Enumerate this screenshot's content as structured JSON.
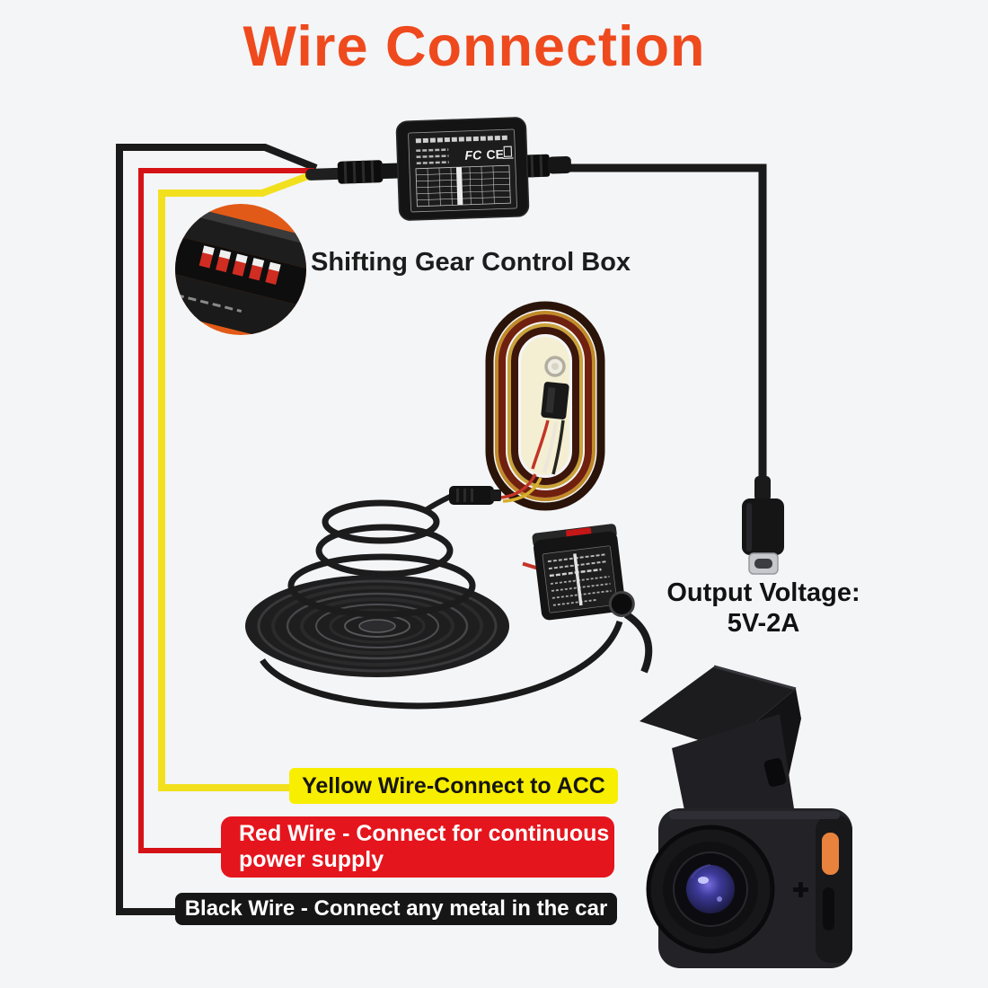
{
  "page": {
    "title": "Wire Connection"
  },
  "diagram": {
    "control_box_label": "Shifting Gear Control Box",
    "output_voltage": {
      "line1": "Output Voltage:",
      "line2": "5V-2A"
    },
    "banners": {
      "yellow": "Yellow Wire-Connect to ACC",
      "red_line1": "Red Wire - Connect for continuous",
      "red_line2": "power supply",
      "black": "Black Wire - Connect any metal in the car"
    },
    "marks": {
      "fcc": "FC",
      "ce": "CE"
    }
  },
  "colors": {
    "background": "#f4f5f7",
    "title": "#ee4a1e",
    "yellow_banner": "#f8ee00",
    "red_banner": "#e5151d",
    "black_banner": "#161616",
    "yellow_wire": "#f2e01e",
    "red_wire": "#d51317",
    "black_wire": "#1a1a1a",
    "accent_orange": "#e25a17"
  }
}
